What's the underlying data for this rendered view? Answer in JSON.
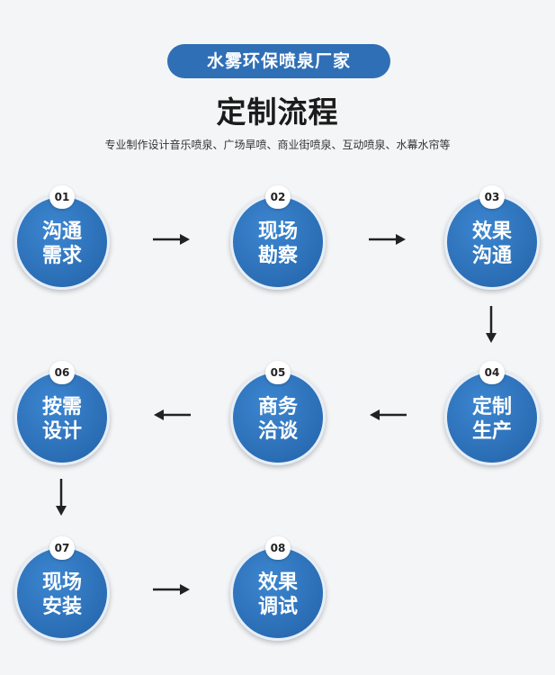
{
  "header": {
    "badge": "水雾环保喷泉厂家",
    "title": "定制流程",
    "subtitle": "专业制作设计音乐喷泉、广场旱喷、商业街喷泉、互动喷泉、水幕水帘等"
  },
  "steps": [
    {
      "num": "01",
      "line1": "沟通",
      "line2": "需求"
    },
    {
      "num": "02",
      "line1": "现场",
      "line2": "勘察"
    },
    {
      "num": "03",
      "line1": "效果",
      "line2": "沟通"
    },
    {
      "num": "04",
      "line1": "定制",
      "line2": "生产"
    },
    {
      "num": "05",
      "line1": "商务",
      "line2": "洽谈"
    },
    {
      "num": "06",
      "line1": "按需",
      "line2": "设计"
    },
    {
      "num": "07",
      "line1": "现场",
      "line2": "安装"
    },
    {
      "num": "08",
      "line1": "效果",
      "line2": "调试"
    }
  ],
  "colors": {
    "circle": "#2a6db4",
    "badge": "#2f6fb6",
    "arrow": "#222222",
    "background": "#f4f5f7"
  }
}
